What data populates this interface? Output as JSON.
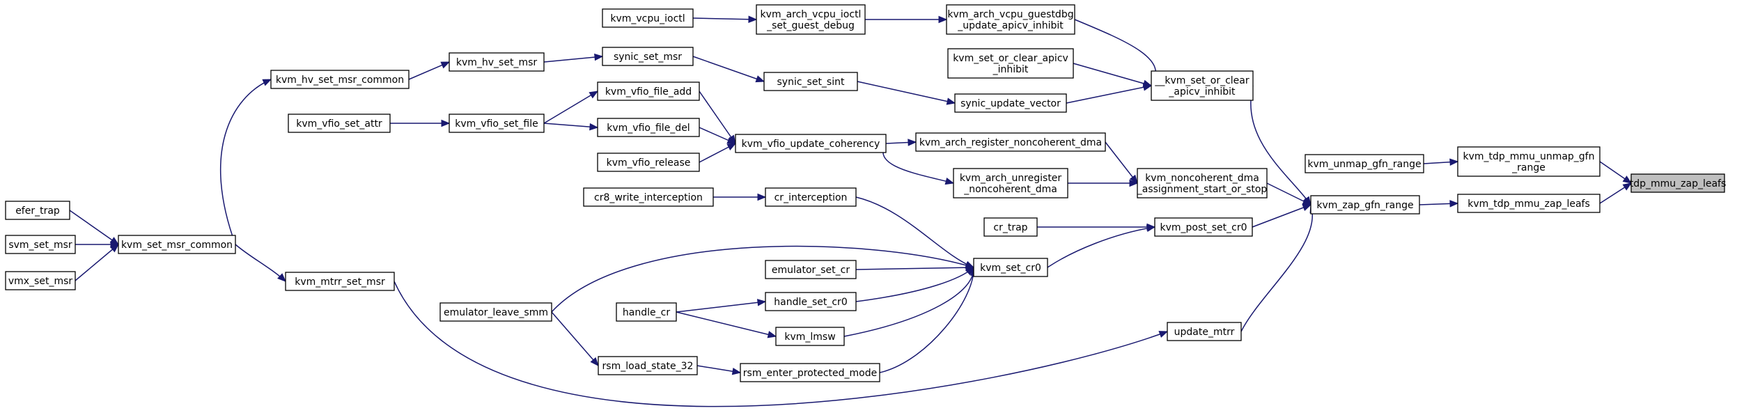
{
  "diagram": {
    "type": "call-graph",
    "colors": {
      "edge": "#191970",
      "root_fill": "#bfbfbf",
      "node_fill": "#ffffff",
      "node_border": "#000000"
    },
    "nodes": [
      {
        "id": "tdp_mmu_zap_leafs",
        "lines": [
          "tdp_mmu_zap_leafs"
        ],
        "root": true
      },
      {
        "id": "kvm_tdp_mmu_unmap_gfn_range",
        "lines": [
          "kvm_tdp_mmu_unmap_gfn",
          "_range"
        ]
      },
      {
        "id": "kvm_tdp_mmu_zap_leafs",
        "lines": [
          "kvm_tdp_mmu_zap_leafs"
        ]
      },
      {
        "id": "kvm_unmap_gfn_range",
        "lines": [
          "kvm_unmap_gfn_range"
        ]
      },
      {
        "id": "kvm_zap_gfn_range",
        "lines": [
          "kvm_zap_gfn_range"
        ]
      },
      {
        "id": "__kvm_set_or_clear_apicv_inhibit",
        "lines": [
          "__kvm_set_or_clear",
          "_apicv_inhibit"
        ]
      },
      {
        "id": "kvm_noncoherent_dma_assignment_start_or_stop",
        "lines": [
          "kvm_noncoherent_dma",
          "_assignment_start_or_stop"
        ]
      },
      {
        "id": "kvm_post_set_cr0",
        "lines": [
          "kvm_post_set_cr0"
        ]
      },
      {
        "id": "update_mtrr",
        "lines": [
          "update_mtrr"
        ]
      },
      {
        "id": "kvm_arch_vcpu_guestdbg_update_apicv_inhibit",
        "lines": [
          "kvm_arch_vcpu_guestdbg",
          "_update_apicv_inhibit"
        ]
      },
      {
        "id": "kvm_set_or_clear_apicv_inhibit",
        "lines": [
          "kvm_set_or_clear_apicv",
          "_inhibit"
        ]
      },
      {
        "id": "synic_update_vector",
        "lines": [
          "synic_update_vector"
        ]
      },
      {
        "id": "kvm_arch_register_noncoherent_dma",
        "lines": [
          "kvm_arch_register_noncoherent_dma"
        ]
      },
      {
        "id": "kvm_arch_unregister_noncoherent_dma",
        "lines": [
          "kvm_arch_unregister",
          "_noncoherent_dma"
        ]
      },
      {
        "id": "cr_trap",
        "lines": [
          "cr_trap"
        ]
      },
      {
        "id": "kvm_set_cr0",
        "lines": [
          "kvm_set_cr0"
        ]
      },
      {
        "id": "kvm_arch_vcpu_ioctl_set_guest_debug",
        "lines": [
          "kvm_arch_vcpu_ioctl",
          "_set_guest_debug"
        ]
      },
      {
        "id": "synic_set_sint",
        "lines": [
          "synic_set_sint"
        ]
      },
      {
        "id": "kvm_vfio_update_coherency",
        "lines": [
          "kvm_vfio_update_coherency"
        ]
      },
      {
        "id": "cr_interception",
        "lines": [
          "cr_interception"
        ]
      },
      {
        "id": "emulator_set_cr",
        "lines": [
          "emulator_set_cr"
        ]
      },
      {
        "id": "handle_set_cr0",
        "lines": [
          "handle_set_cr0"
        ]
      },
      {
        "id": "kvm_lmsw",
        "lines": [
          "kvm_lmsw"
        ]
      },
      {
        "id": "rsm_enter_protected_mode",
        "lines": [
          "rsm_enter_protected_mode"
        ]
      },
      {
        "id": "kvm_vcpu_ioctl",
        "lines": [
          "kvm_vcpu_ioctl"
        ]
      },
      {
        "id": "synic_set_msr",
        "lines": [
          "synic_set_msr"
        ]
      },
      {
        "id": "kvm_vfio_file_add",
        "lines": [
          "kvm_vfio_file_add"
        ]
      },
      {
        "id": "kvm_vfio_file_del",
        "lines": [
          "kvm_vfio_file_del"
        ]
      },
      {
        "id": "kvm_vfio_release",
        "lines": [
          "kvm_vfio_release"
        ]
      },
      {
        "id": "cr8_write_interception",
        "lines": [
          "cr8_write_interception"
        ]
      },
      {
        "id": "emulator_leave_smm",
        "lines": [
          "emulator_leave_smm"
        ]
      },
      {
        "id": "handle_cr",
        "lines": [
          "handle_cr"
        ]
      },
      {
        "id": "rsm_load_state_32",
        "lines": [
          "rsm_load_state_32"
        ]
      },
      {
        "id": "kvm_hv_set_msr",
        "lines": [
          "kvm_hv_set_msr"
        ]
      },
      {
        "id": "kvm_vfio_set_file",
        "lines": [
          "kvm_vfio_set_file"
        ]
      },
      {
        "id": "kvm_hv_set_msr_common",
        "lines": [
          "kvm_hv_set_msr_common"
        ]
      },
      {
        "id": "kvm_mtrr_set_msr",
        "lines": [
          "kvm_mtrr_set_msr"
        ]
      },
      {
        "id": "kvm_vfio_set_attr",
        "lines": [
          "kvm_vfio_set_attr"
        ]
      },
      {
        "id": "kvm_set_msr_common",
        "lines": [
          "kvm_set_msr_common"
        ]
      },
      {
        "id": "efer_trap",
        "lines": [
          "efer_trap"
        ]
      },
      {
        "id": "svm_set_msr",
        "lines": [
          "svm_set_msr"
        ]
      },
      {
        "id": "vmx_set_msr",
        "lines": [
          "vmx_set_msr"
        ]
      }
    ],
    "edges": [
      {
        "from": "kvm_tdp_mmu_unmap_gfn_range",
        "to": "tdp_mmu_zap_leafs"
      },
      {
        "from": "kvm_tdp_mmu_zap_leafs",
        "to": "tdp_mmu_zap_leafs"
      },
      {
        "from": "kvm_unmap_gfn_range",
        "to": "kvm_tdp_mmu_unmap_gfn_range"
      },
      {
        "from": "kvm_zap_gfn_range",
        "to": "kvm_tdp_mmu_zap_leafs"
      },
      {
        "from": "__kvm_set_or_clear_apicv_inhibit",
        "to": "kvm_zap_gfn_range"
      },
      {
        "from": "kvm_noncoherent_dma_assignment_start_or_stop",
        "to": "kvm_zap_gfn_range"
      },
      {
        "from": "kvm_post_set_cr0",
        "to": "kvm_zap_gfn_range"
      },
      {
        "from": "update_mtrr",
        "to": "kvm_zap_gfn_range"
      },
      {
        "from": "kvm_arch_vcpu_guestdbg_update_apicv_inhibit",
        "to": "__kvm_set_or_clear_apicv_inhibit"
      },
      {
        "from": "kvm_set_or_clear_apicv_inhibit",
        "to": "__kvm_set_or_clear_apicv_inhibit"
      },
      {
        "from": "synic_update_vector",
        "to": "__kvm_set_or_clear_apicv_inhibit"
      },
      {
        "from": "kvm_arch_register_noncoherent_dma",
        "to": "kvm_noncoherent_dma_assignment_start_or_stop"
      },
      {
        "from": "kvm_arch_unregister_noncoherent_dma",
        "to": "kvm_noncoherent_dma_assignment_start_or_stop"
      },
      {
        "from": "cr_trap",
        "to": "kvm_post_set_cr0"
      },
      {
        "from": "kvm_set_cr0",
        "to": "kvm_post_set_cr0"
      },
      {
        "from": "kvm_mtrr_set_msr",
        "to": "update_mtrr"
      },
      {
        "from": "kvm_arch_vcpu_ioctl_set_guest_debug",
        "to": "kvm_arch_vcpu_guestdbg_update_apicv_inhibit"
      },
      {
        "from": "synic_set_sint",
        "to": "synic_update_vector"
      },
      {
        "from": "kvm_vfio_update_coherency",
        "to": "kvm_arch_register_noncoherent_dma"
      },
      {
        "from": "kvm_vfio_update_coherency",
        "to": "kvm_arch_unregister_noncoherent_dma"
      },
      {
        "from": "cr_interception",
        "to": "kvm_set_cr0"
      },
      {
        "from": "emulator_leave_smm",
        "to": "kvm_set_cr0"
      },
      {
        "from": "emulator_set_cr",
        "to": "kvm_set_cr0"
      },
      {
        "from": "handle_set_cr0",
        "to": "kvm_set_cr0"
      },
      {
        "from": "kvm_lmsw",
        "to": "kvm_set_cr0"
      },
      {
        "from": "rsm_enter_protected_mode",
        "to": "kvm_set_cr0"
      },
      {
        "from": "kvm_vcpu_ioctl",
        "to": "kvm_arch_vcpu_ioctl_set_guest_debug"
      },
      {
        "from": "synic_set_msr",
        "to": "synic_set_sint"
      },
      {
        "from": "kvm_vfio_file_add",
        "to": "kvm_vfio_update_coherency"
      },
      {
        "from": "kvm_vfio_file_del",
        "to": "kvm_vfio_update_coherency"
      },
      {
        "from": "kvm_vfio_release",
        "to": "kvm_vfio_update_coherency"
      },
      {
        "from": "cr8_write_interception",
        "to": "cr_interception"
      },
      {
        "from": "handle_cr",
        "to": "handle_set_cr0"
      },
      {
        "from": "handle_cr",
        "to": "kvm_lmsw"
      },
      {
        "from": "rsm_load_state_32",
        "to": "rsm_enter_protected_mode"
      },
      {
        "from": "emulator_leave_smm",
        "to": "rsm_load_state_32"
      },
      {
        "from": "kvm_hv_set_msr",
        "to": "synic_set_msr"
      },
      {
        "from": "kvm_vfio_set_file",
        "to": "kvm_vfio_file_add"
      },
      {
        "from": "kvm_vfio_set_file",
        "to": "kvm_vfio_file_del"
      },
      {
        "from": "kvm_hv_set_msr_common",
        "to": "kvm_hv_set_msr"
      },
      {
        "from": "kvm_vfio_set_attr",
        "to": "kvm_vfio_set_file"
      },
      {
        "from": "kvm_set_msr_common",
        "to": "kvm_hv_set_msr_common"
      },
      {
        "from": "kvm_set_msr_common",
        "to": "kvm_mtrr_set_msr"
      },
      {
        "from": "efer_trap",
        "to": "kvm_set_msr_common"
      },
      {
        "from": "svm_set_msr",
        "to": "kvm_set_msr_common"
      },
      {
        "from": "vmx_set_msr",
        "to": "kvm_set_msr_common"
      }
    ]
  }
}
